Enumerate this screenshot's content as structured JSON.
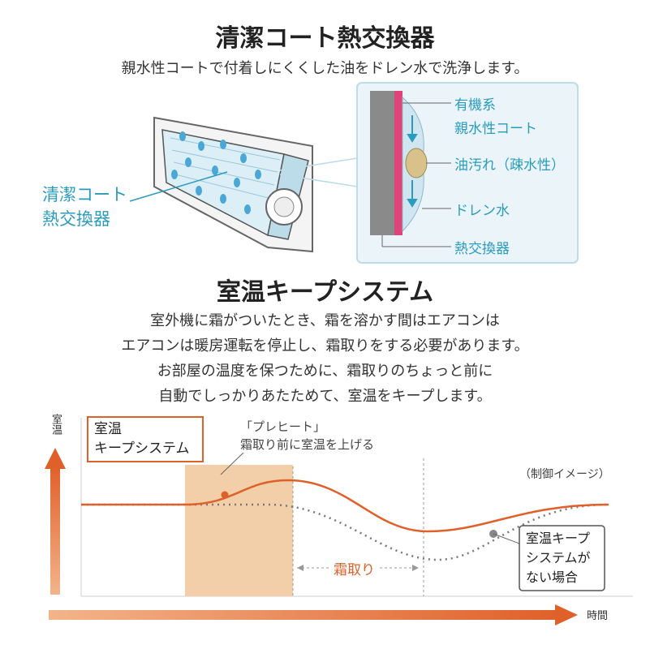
{
  "section1": {
    "title": "清潔コート熱交換器",
    "subtitle": "親水性コートで付着しにくくした油をドレン水で洗浄します。",
    "unit_label_line1": "清潔コート",
    "unit_label_line2": "熱交換器",
    "detail_labels": {
      "organic": "有機系",
      "hydrophilic": "親水性コート",
      "oil": "油汚れ（疎水性）",
      "drain": "ドレン水",
      "exchanger": "熱交換器"
    }
  },
  "section2": {
    "title": "室温キープシステム",
    "paragraph": [
      "室外機に霜がついたとき、霜を溶かす間はエアコンは",
      "エアコンは暖房運転を停止し、霜取りをする必要があります。",
      "お部屋の温度を保つために、霜取りのちょっと前に",
      "自動でしっかりあたためて、室温をキープします。"
    ]
  },
  "chart_data": {
    "type": "line",
    "ylabel": "室温",
    "xlabel": "時間",
    "note": "（制御イメージ）",
    "series": [
      {
        "name": "室温キープシステム",
        "style": "solid",
        "color": "#e0602a"
      },
      {
        "name": "室温キープシステムがない場合",
        "style": "dotted",
        "color": "#777777"
      }
    ],
    "labels": {
      "system_box_line1": "室温",
      "system_box_line2": "キープシステム",
      "preheat_line1": "「プレヒート」",
      "preheat_line2": "霜取り前に室温を上げる",
      "defrost": "霜取り",
      "no_system_line1": "室温キープ",
      "no_system_line2": "システムが",
      "no_system_line3": "ない場合"
    }
  },
  "colors": {
    "accent": "#e0602a",
    "teal": "#2a9bbd",
    "pink": "#e0427a",
    "preheat_fill": "#f2cfa8"
  }
}
